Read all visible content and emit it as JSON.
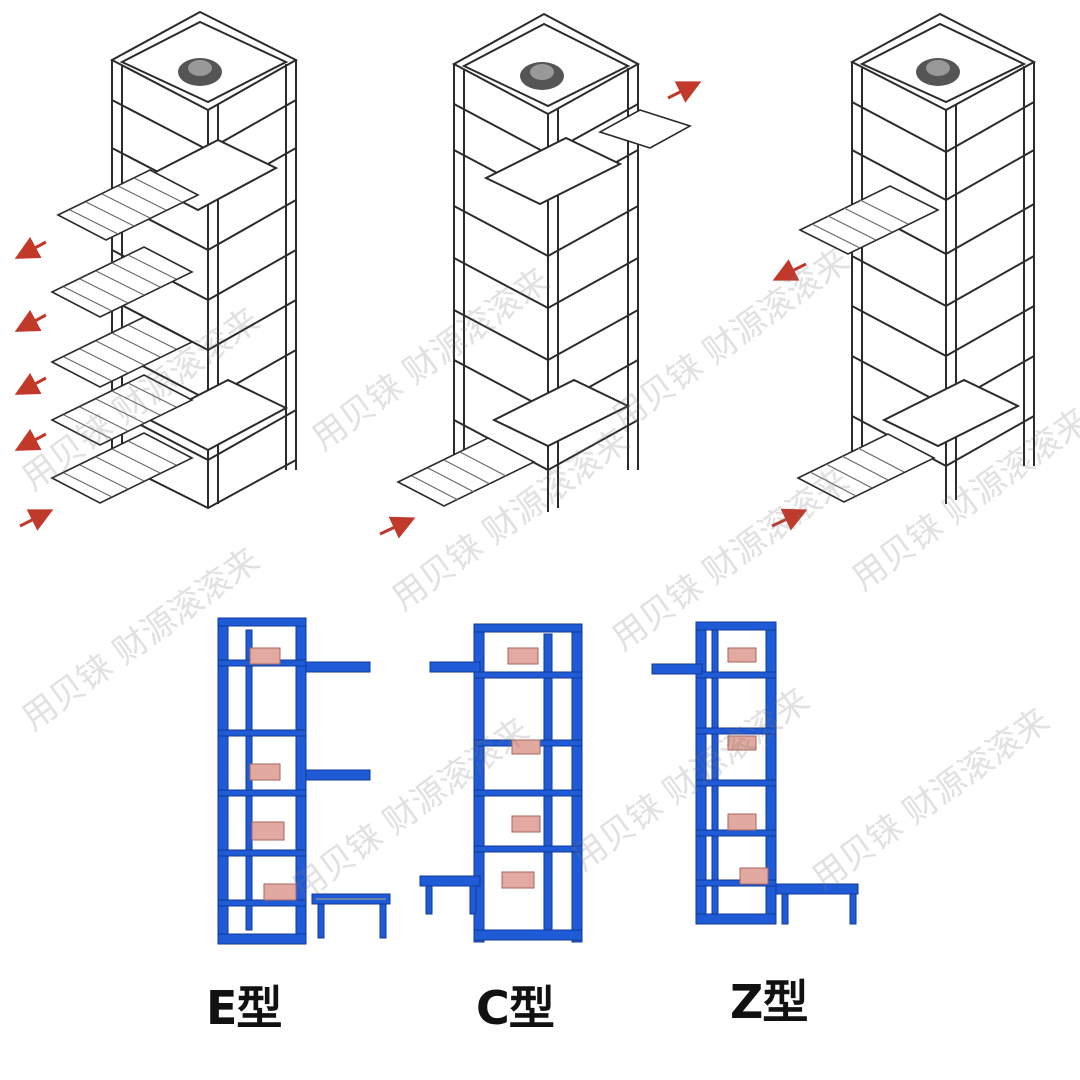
{
  "types": [
    {
      "id": "e",
      "label": "E型"
    },
    {
      "id": "c",
      "label": "C型"
    },
    {
      "id": "z",
      "label": "Z型"
    }
  ],
  "watermark": {
    "text": "用贝铼 财源滚滚来"
  },
  "colors": {
    "frame_outline": "#2b2b2b",
    "frame_fill": "#ffffff",
    "roller": "#5a5a5a",
    "arrow": "#c0392b",
    "blue_frame": "#1f5bd6",
    "blue_dark": "#123a99",
    "carton": "#e2a9a0",
    "conveyor_gray": "#8a8f99"
  },
  "icons": [
    "drive-motor-icon",
    "direction-arrow-icon",
    "carton-icon"
  ]
}
